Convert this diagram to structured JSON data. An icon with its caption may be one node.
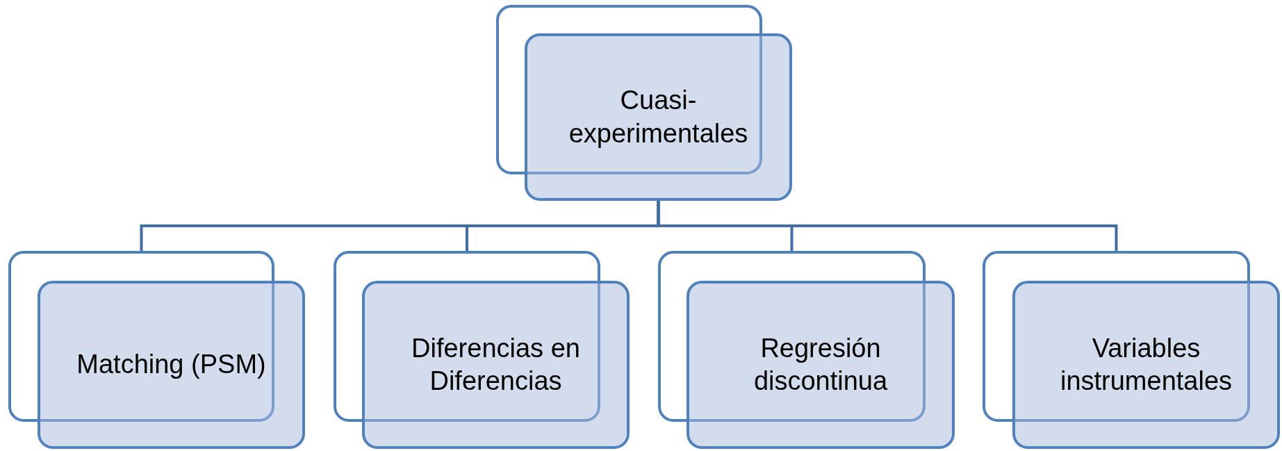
{
  "diagram": {
    "nodes": [
      {
        "text": [
          "Cuasi-experimentales"
        ]
      },
      {
        "text": [
          "Matching (PSM)"
        ]
      },
      {
        "text": [
          "Diferencias en Diferencias"
        ]
      },
      {
        "text": [
          "Regresión discontinua"
        ]
      },
      {
        "text": [
          "Variables instrumentales"
        ]
      }
    ],
    "edges": [
      {
        "from": 0,
        "to": 1,
        "arrow": "none"
      },
      {
        "from": 0,
        "to": 2,
        "arrow": "none"
      },
      {
        "from": 0,
        "to": 3,
        "arrow": "none"
      },
      {
        "from": 0,
        "to": 4,
        "arrow": "none"
      }
    ]
  }
}
